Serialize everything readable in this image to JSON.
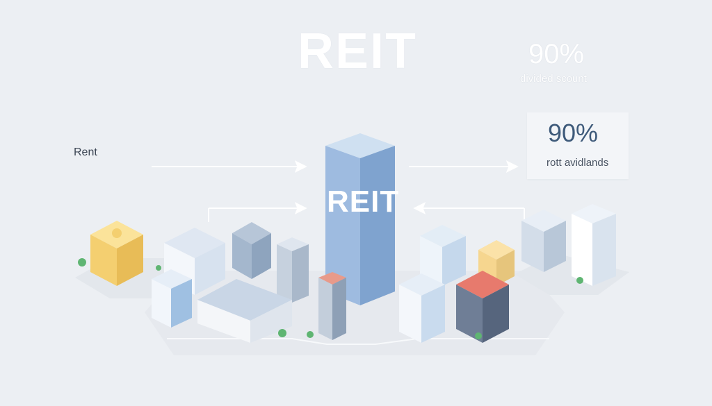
{
  "header": {
    "title": "REIT"
  },
  "stats": {
    "top": {
      "value": "90%",
      "label": "divided scount"
    },
    "box": {
      "value": "90%",
      "label": "rott avidlands"
    }
  },
  "flow": {
    "rent_label": "Rent"
  },
  "tower": {
    "label": "REIT"
  },
  "colors": {
    "background": "#eceff3",
    "tower_blue": "#8fb0d6",
    "box_text": "#3e5a7a"
  }
}
